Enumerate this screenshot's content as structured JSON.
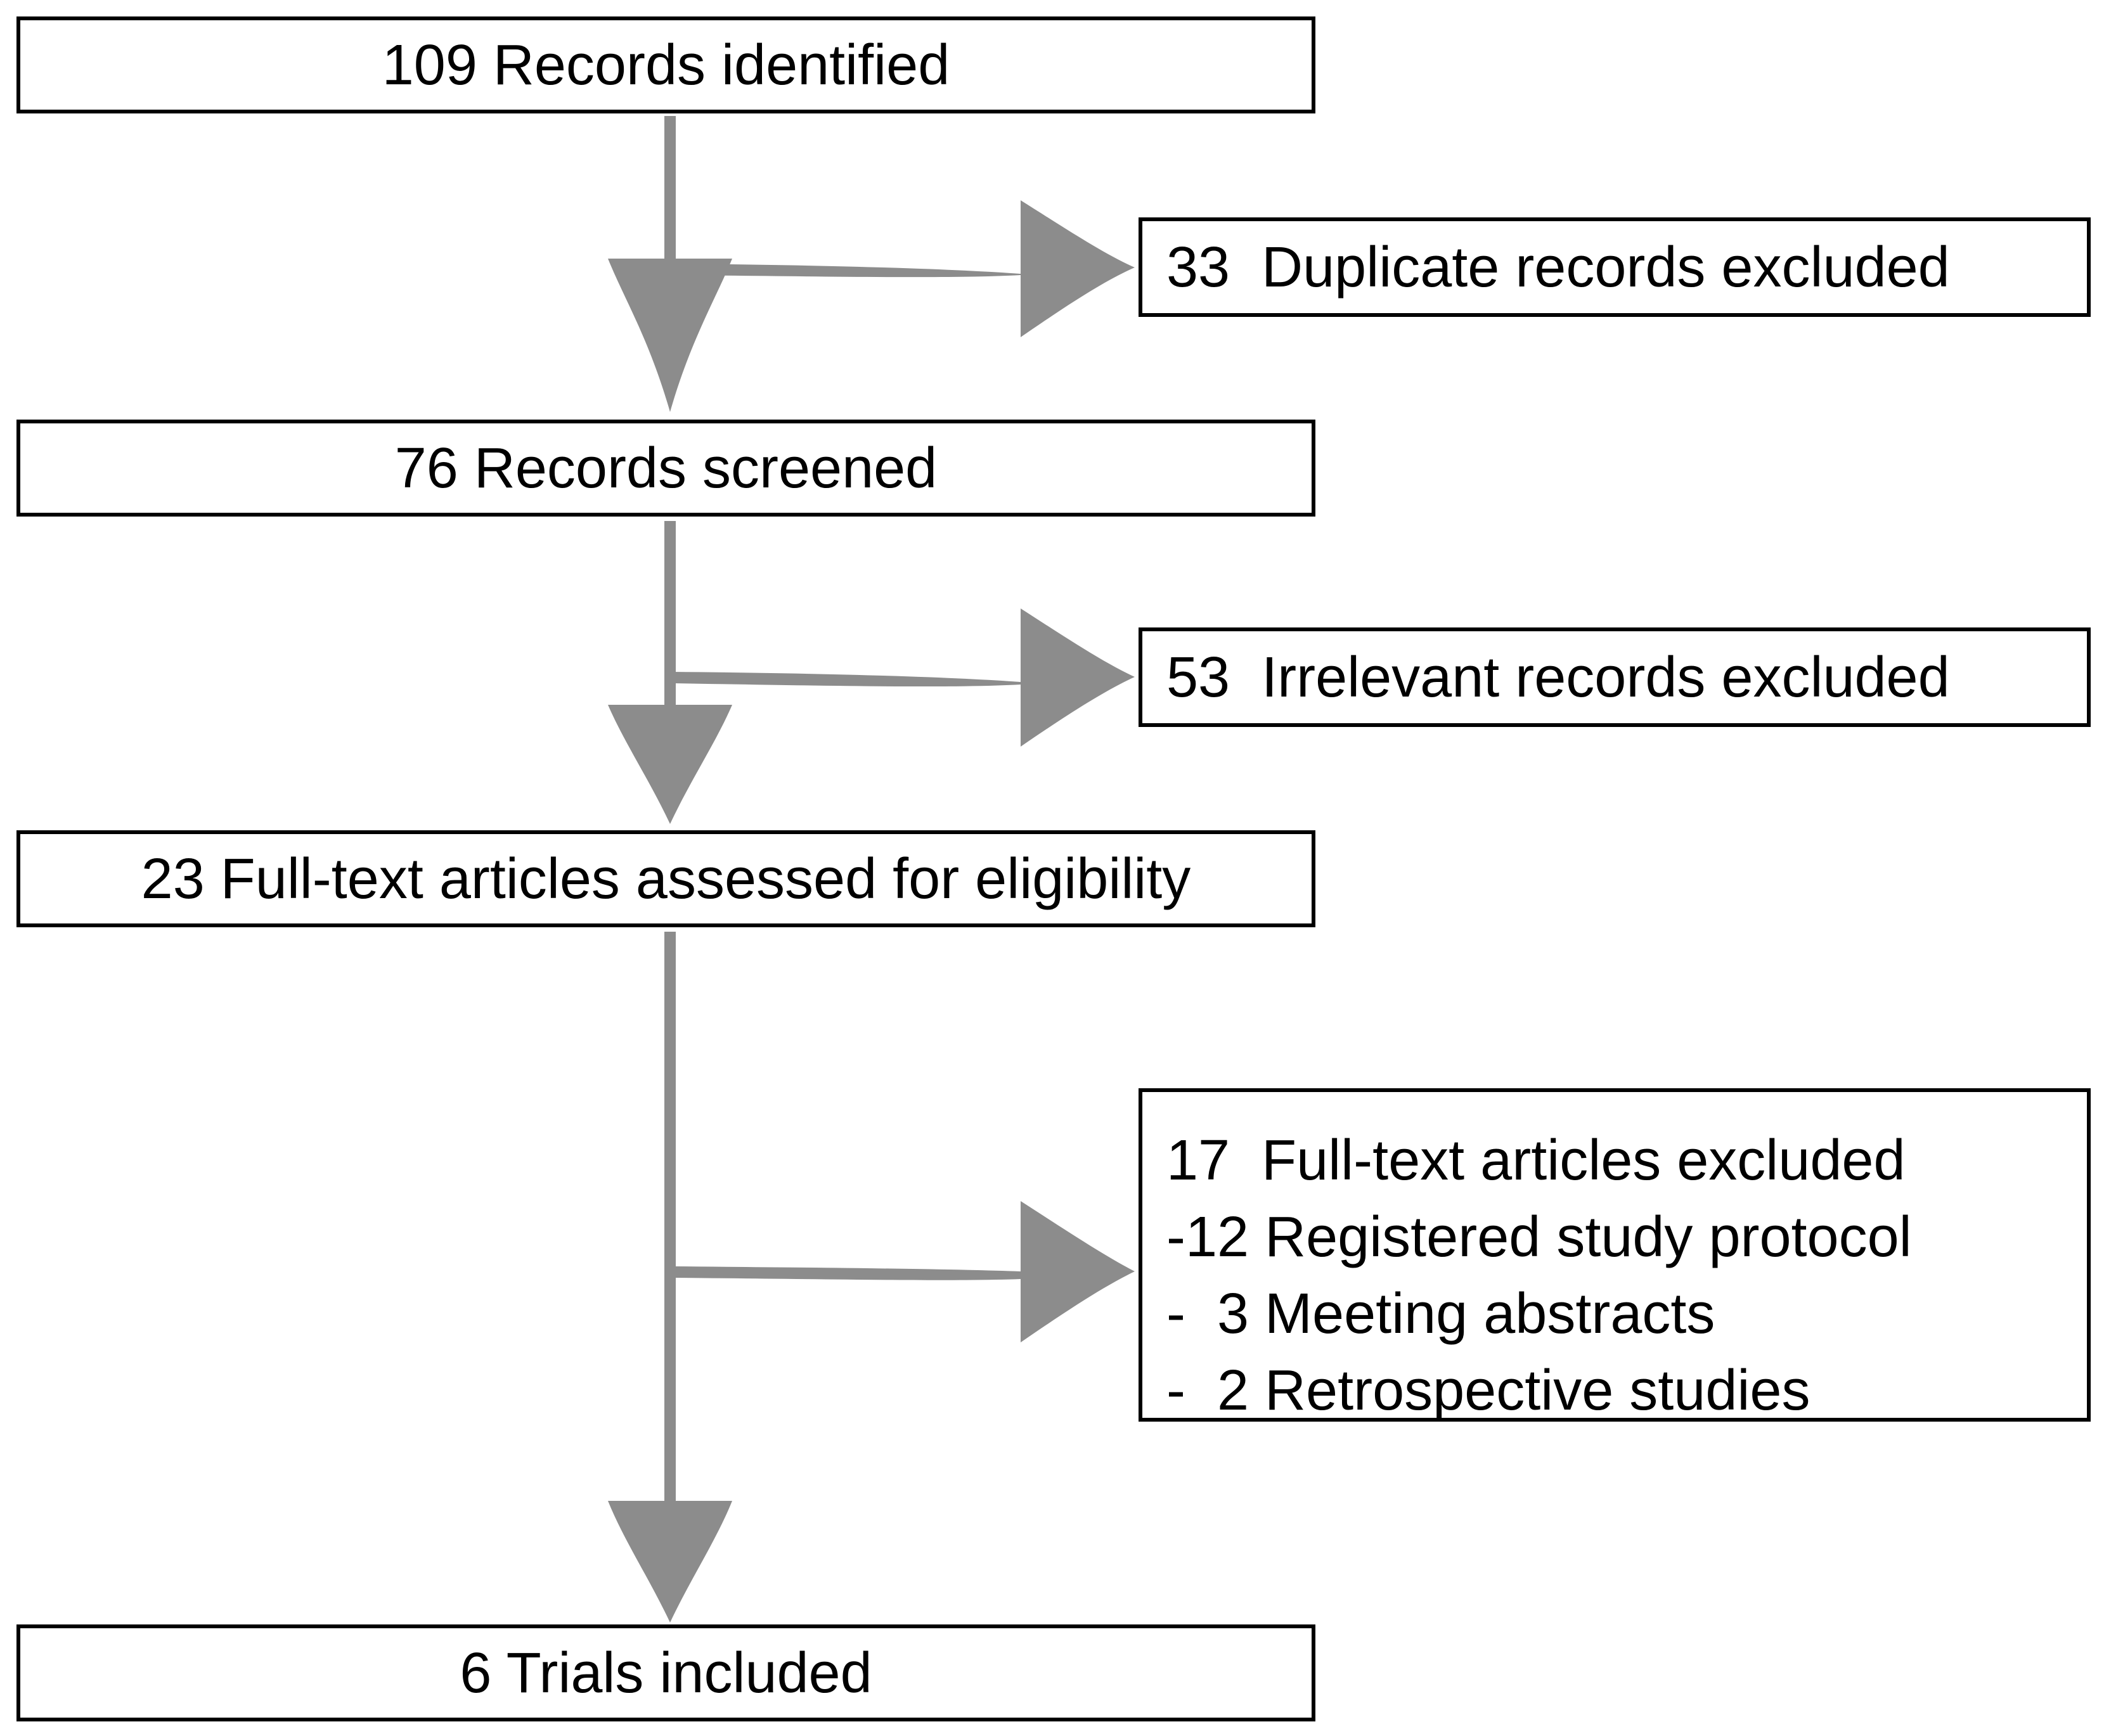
{
  "boxes": {
    "identified": "109 Records identified",
    "duplicates": "33  Duplicate records excluded",
    "screened": "76 Records screened",
    "irrelevant": "53  Irrelevant records excluded",
    "fulltext": "23 Full-text articles assessed for eligibility",
    "excluded": {
      "header": "17  Full-text articles excluded",
      "reasons": [
        "-12 Registered study protocol",
        "-  3 Meeting abstracts",
        "-  2 Retrospective studies"
      ]
    },
    "included": "6 Trials included"
  },
  "colors": {
    "arrow": "#8c8c8c",
    "border": "#000000"
  }
}
